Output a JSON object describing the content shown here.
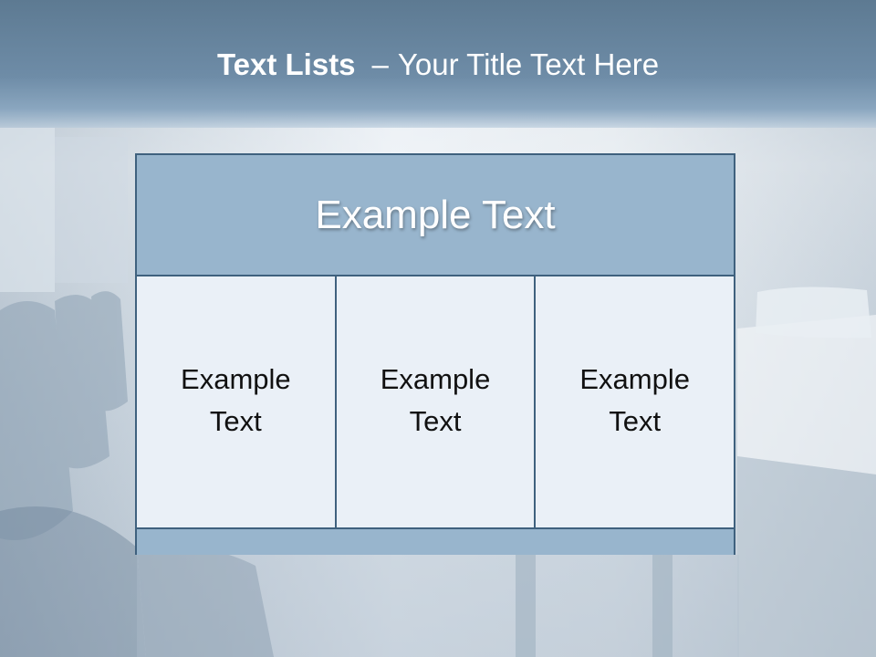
{
  "slide": {
    "title_bold": "Text Lists",
    "title_separator": "–",
    "title_rest": "Your Title Text Here"
  },
  "table": {
    "header": "Example Text",
    "cells": [
      {
        "line1": "Example",
        "line2": "Text"
      },
      {
        "line1": "Example",
        "line2": "Text"
      },
      {
        "line1": "Example",
        "line2": "Text"
      }
    ]
  },
  "colors": {
    "border": "#3f617e",
    "header_fill": "#98b5cd",
    "cell_fill": "#eaf0f7",
    "title_band": "#6e8ca7"
  }
}
